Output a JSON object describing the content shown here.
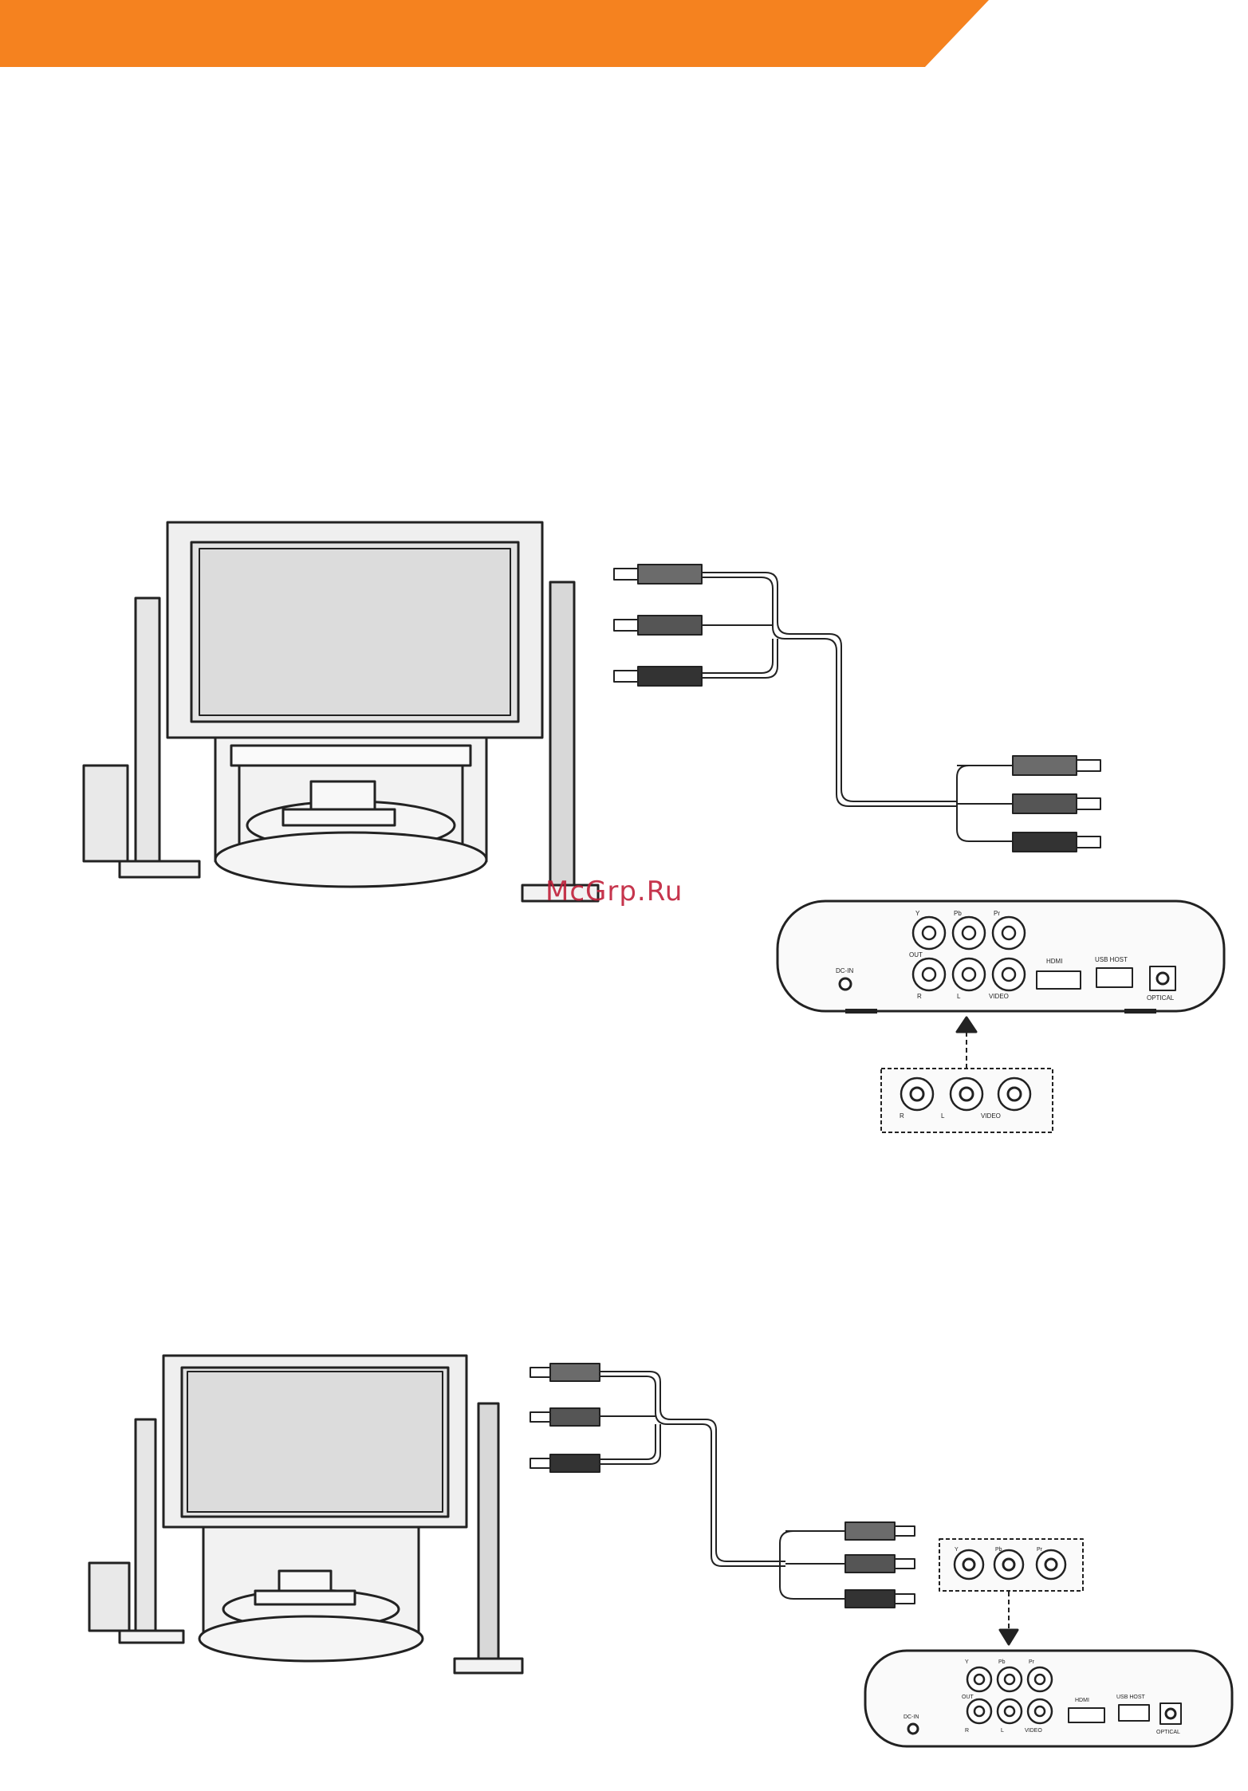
{
  "colors": {
    "banner": "#f5821f",
    "line": "#222222",
    "tv_fill": "#ececec",
    "plug_dark": "#333333",
    "plug_mid": "#6b6b6b",
    "watermark": "#c0203a"
  },
  "watermark": "McGrp.Ru",
  "top_diagram": {
    "player_labels": {
      "dc_in": "DC-IN",
      "out": "OUT",
      "y": "Y",
      "pb": "Pb",
      "pr": "Pr",
      "r": "R",
      "l": "L",
      "video": "VIDEO",
      "hdmi": "HDMI",
      "usb_host": "USB HOST",
      "optical": "OPTICAL"
    },
    "detail_labels": {
      "r": "R",
      "l": "L",
      "video": "VIDEO"
    }
  },
  "bottom_diagram": {
    "player_labels": {
      "dc_in": "DC-IN",
      "out": "OUT",
      "y": "Y",
      "pb": "Pb",
      "pr": "Pr",
      "r": "R",
      "l": "L",
      "video": "VIDEO",
      "hdmi": "HDMI",
      "usb_host": "USB HOST",
      "optical": "OPTICAL"
    },
    "detail_labels": {
      "y": "Y",
      "pb": "Pb",
      "pr": "Pr"
    }
  }
}
